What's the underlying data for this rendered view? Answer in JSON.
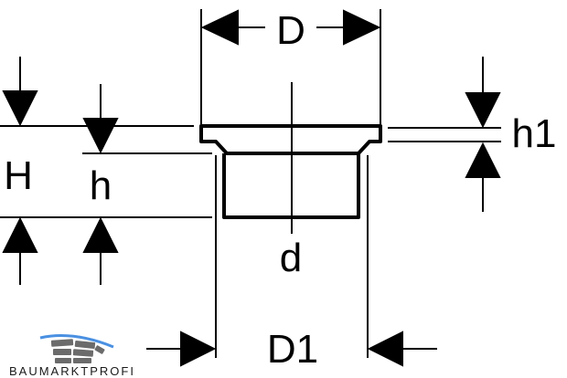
{
  "diagram": {
    "labels": {
      "D": "D",
      "D1": "D1",
      "d": "d",
      "H": "H",
      "h": "h",
      "h1": "h1"
    },
    "logo": {
      "text": "BAUMARKTPROFI",
      "colors": {
        "roof": "#4a90e2",
        "bricks": "#6b6b6b"
      }
    },
    "colors": {
      "line": "#000000",
      "background": "#ffffff"
    }
  }
}
